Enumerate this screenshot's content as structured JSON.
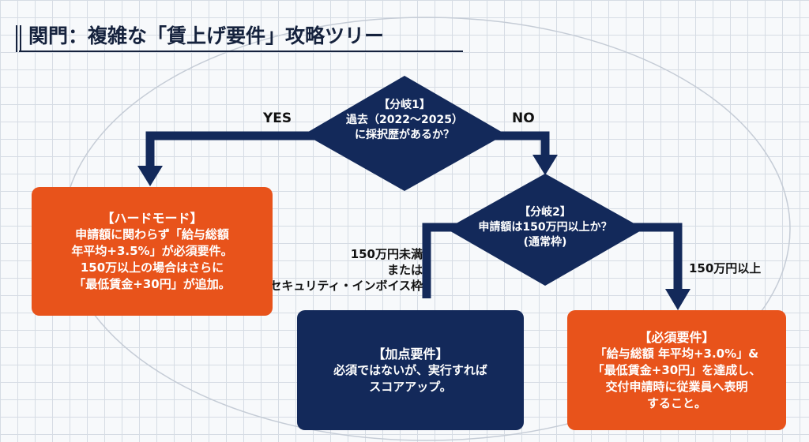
{
  "title": "関門：複雑な「賃上げ要件」攻略ツリー",
  "colors": {
    "navy": "#13295a",
    "orange": "#e8531b"
  },
  "branch1": {
    "heading": "【分岐1】",
    "line1": "過去（2022～2025）",
    "line2": "に採択歴があるか？"
  },
  "branch2": {
    "heading": "【分岐2】",
    "line1": "申請額は150万円以上か？",
    "line2": "(通常枠)"
  },
  "labels": {
    "yes": "YES",
    "no": "NO",
    "under_line1": "150万円未満",
    "under_line2": "または",
    "under_line3": "セキュリティ・インボイス枠",
    "over": "150万円以上"
  },
  "hard_mode": {
    "heading": "【ハードモード】",
    "lines": [
      "申請額に関わらず「給与総額",
      "年平均+3.5%」が必須要件。",
      "150万以上の場合はさらに",
      "「最低賃金+30円」が追加。"
    ]
  },
  "bonus": {
    "heading": "【加点要件】",
    "lines": [
      "必須ではないが、実行すれば",
      "スコアアップ。"
    ]
  },
  "required": {
    "heading": "【必須要件】",
    "lines": [
      "「給与総額 年平均+3.0%」&",
      "「最低賃金+30円」を達成し、",
      "交付申請時に従業員へ表明",
      "すること。"
    ]
  }
}
